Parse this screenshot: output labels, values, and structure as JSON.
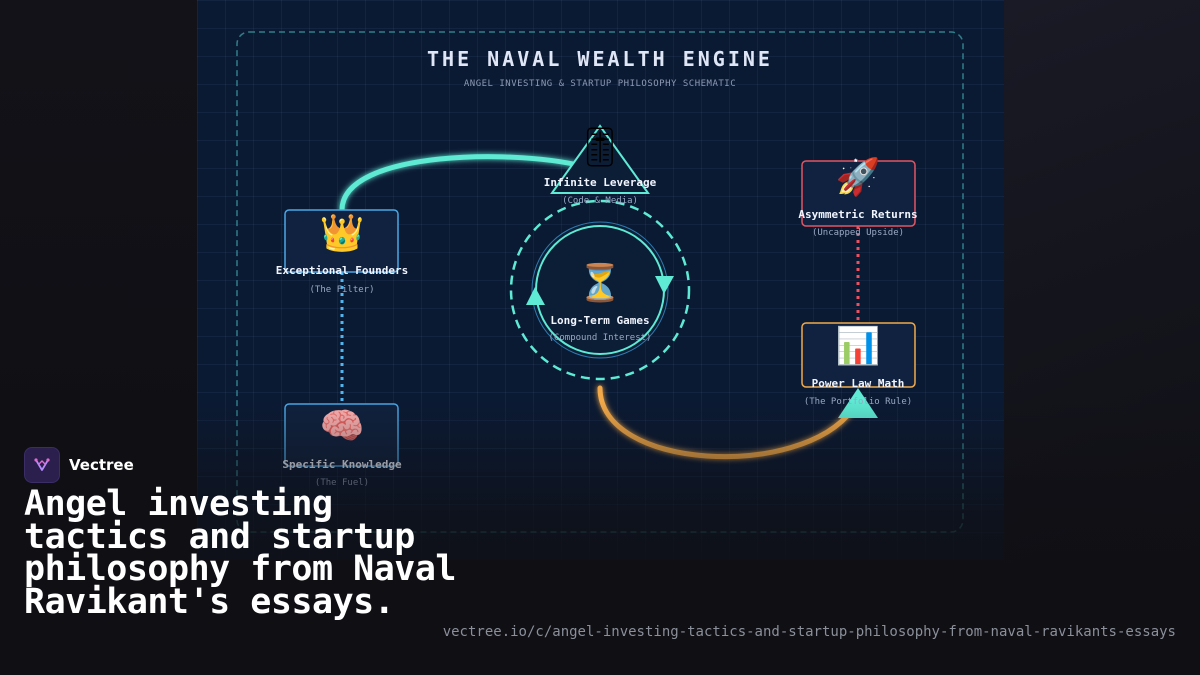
{
  "diagram": {
    "title": "THE NAVAL WEALTH ENGINE",
    "subtitle": "ANGEL INVESTING & STARTUP PHILOSOPHY SCHEMATIC",
    "nodes": [
      {
        "id": "founders",
        "icon": "crown-icon",
        "glyph": "👑",
        "title": "Exceptional Founders",
        "sub": "(The Filter)",
        "color": "#4aa8e8"
      },
      {
        "id": "leverage",
        "icon": "slider-icon",
        "glyph": "🎚",
        "title": "Infinite Leverage",
        "sub": "(Code & Media)",
        "color": "#5eead4"
      },
      {
        "id": "long_term",
        "icon": "hourglass-icon",
        "glyph": "⏳",
        "title": "Long-Term Games",
        "sub": "(Compound Interest)",
        "color": "#5eead4"
      },
      {
        "id": "asymmetric",
        "icon": "rocket-icon",
        "glyph": "🚀",
        "title": "Asymmetric Returns",
        "sub": "(Uncapped Upside)",
        "color": "#e25563"
      },
      {
        "id": "power_law",
        "icon": "bar-chart-icon",
        "glyph": "📊",
        "title": "Power Law Math",
        "sub": "(The Portfolio Rule)",
        "color": "#f2a94a"
      },
      {
        "id": "knowledge",
        "icon": "brain-icon",
        "glyph": "🧠",
        "title": "Specific Knowledge",
        "sub": "(The Fuel)",
        "color": "#4aa8e8"
      }
    ],
    "connector_colors": {
      "leverage_arc": "#5eead4",
      "compound_arc": "#f2a94a",
      "left_dotted": "#4fb6f0",
      "right_dotted": "#ef4f5e"
    }
  },
  "brand": {
    "name": "Vectree",
    "logo_icon": "vectree-logo-icon"
  },
  "headline": "Angel investing tactics and startup philosophy from Naval Ravikant's essays.",
  "url": "vectree.io/c/angel-investing-tactics-and-startup-philosophy-from-naval-ravikants-essays"
}
